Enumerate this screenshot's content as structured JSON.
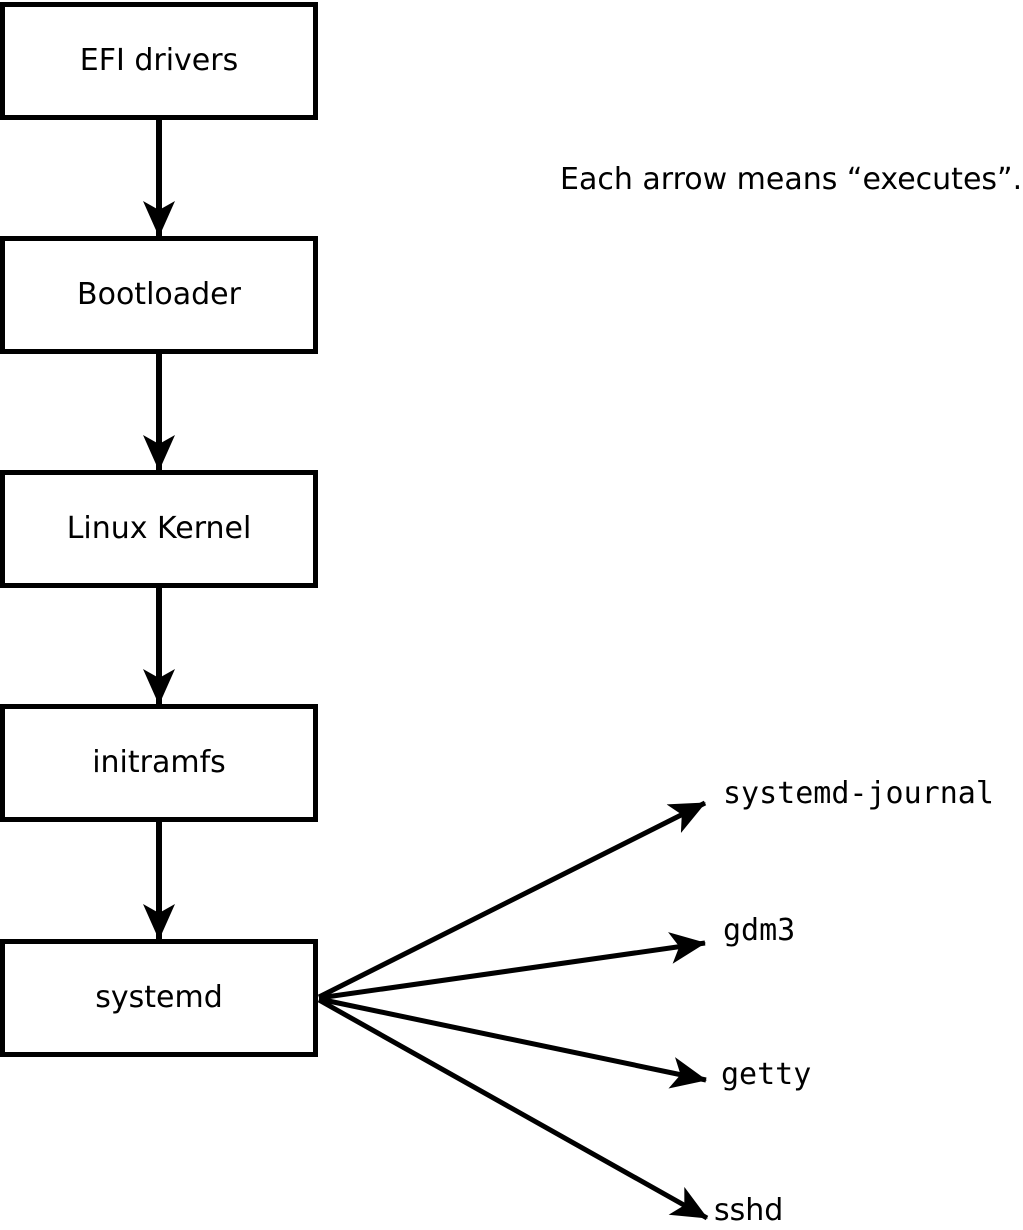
{
  "note": {
    "text": "Each arrow means “executes”."
  },
  "chain": [
    {
      "label": "EFI drivers"
    },
    {
      "label": "Bootloader"
    },
    {
      "label": "Linux Kernel"
    },
    {
      "label": "initramfs"
    },
    {
      "label": "systemd"
    }
  ],
  "spawned": [
    {
      "label": "systemd-journal"
    },
    {
      "label": "gdm3"
    },
    {
      "label": "getty"
    },
    {
      "label": "sshd"
    }
  ],
  "colors": {
    "line": "#000000",
    "box_fill": "#ffffff",
    "background": "#ffffff"
  }
}
